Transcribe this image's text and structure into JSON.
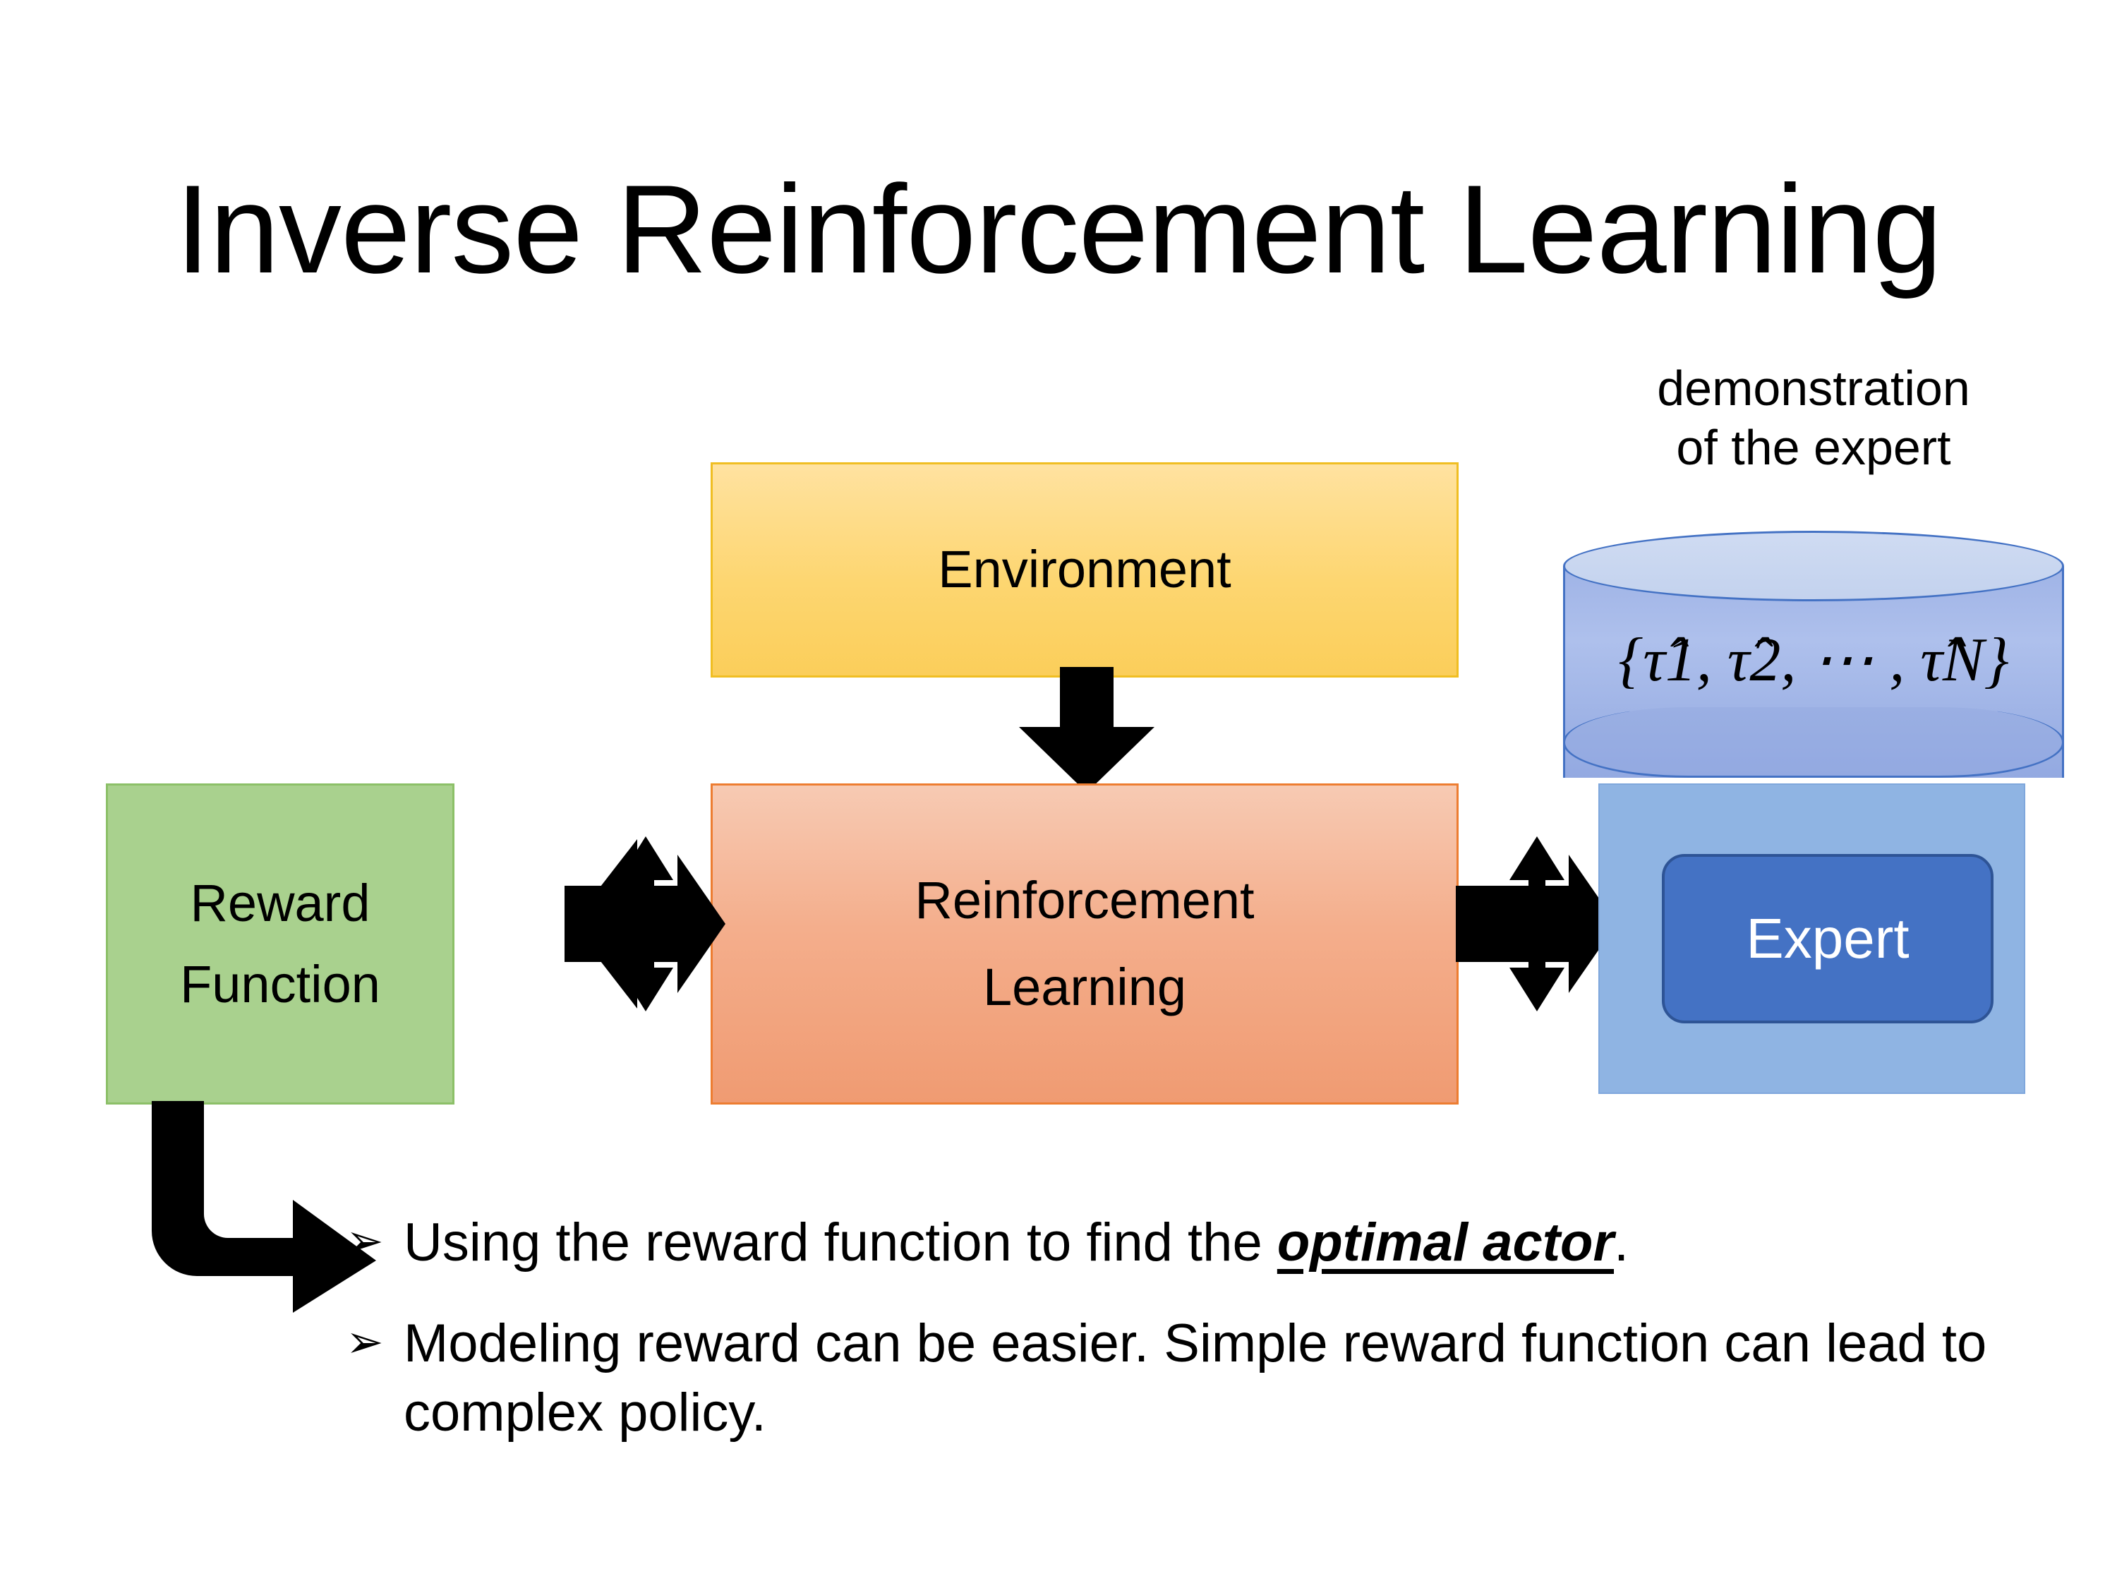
{
  "slide": {
    "title": "Inverse Reinforcement Learning",
    "background_color": "#FFFFFF"
  },
  "diagram": {
    "environment_box": {
      "label": "Environment",
      "fill_top": "#FFE2A0",
      "fill_bottom": "#FBCE5A",
      "border_color": "#F0BE22"
    },
    "rl_box": {
      "label_line1": "Reinforcement",
      "label_line2": "Learning",
      "fill_top": "#F7CAB3",
      "fill_bottom": "#F09B72",
      "border_color": "#ED7D31"
    },
    "reward_box": {
      "label_line1": "Reward",
      "label_line2": "Function",
      "fill": "#A9D18E",
      "border_color": "#8CC068"
    },
    "expert_group": {
      "caption_line1": "demonstration",
      "caption_line2": "of the expert",
      "cylinder_math": "{τ̂1, τ̂2, ⋯ , τ̂N}",
      "cylinder_fill": "#9FB3E6",
      "cylinder_top_fill": "#CFDBF2",
      "cylinder_border": "#4472C4",
      "backplate_fill": "#8FB4E3",
      "chip_label": "Expert",
      "chip_fill": "#4472C4",
      "chip_border": "#2E5496",
      "chip_text_color": "#FFFFFF"
    },
    "arrows": {
      "environment_to_rl": "down-arrow",
      "reward_rl_link": "quad-arrow",
      "rl_expert_link": "quad-arrow",
      "reward_to_bullets": "bent-arrow",
      "color": "#000000"
    }
  },
  "bullets": {
    "marker": "➢",
    "items": [
      {
        "prefix": "Using the reward function to find the ",
        "emphasis": "optimal actor",
        "suffix": "."
      },
      {
        "prefix": "Modeling reward can be easier. Simple reward function can lead to complex policy.",
        "emphasis": "",
        "suffix": ""
      }
    ]
  }
}
